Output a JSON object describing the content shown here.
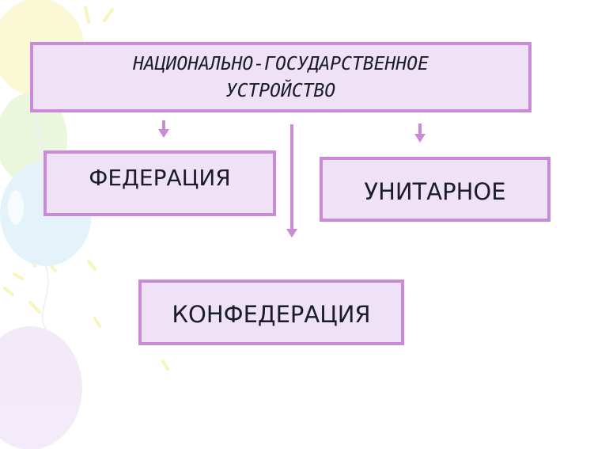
{
  "diagram": {
    "root": {
      "line1": "НАЦИОНАЛЬНО-ГОСУДАРСТВЕННОЕ",
      "line2": "УСТРОЙСТВО"
    },
    "children": {
      "federation": "ФЕДЕРАЦИЯ",
      "unitary": "УНИТАРНОЕ",
      "confederation": "КОНФЕДЕРАЦИЯ"
    }
  },
  "colors": {
    "box_fill": "#efe2f6",
    "box_border": "#c98ad8",
    "arrow": "#c98ad8",
    "text": "#1b1b2e"
  }
}
